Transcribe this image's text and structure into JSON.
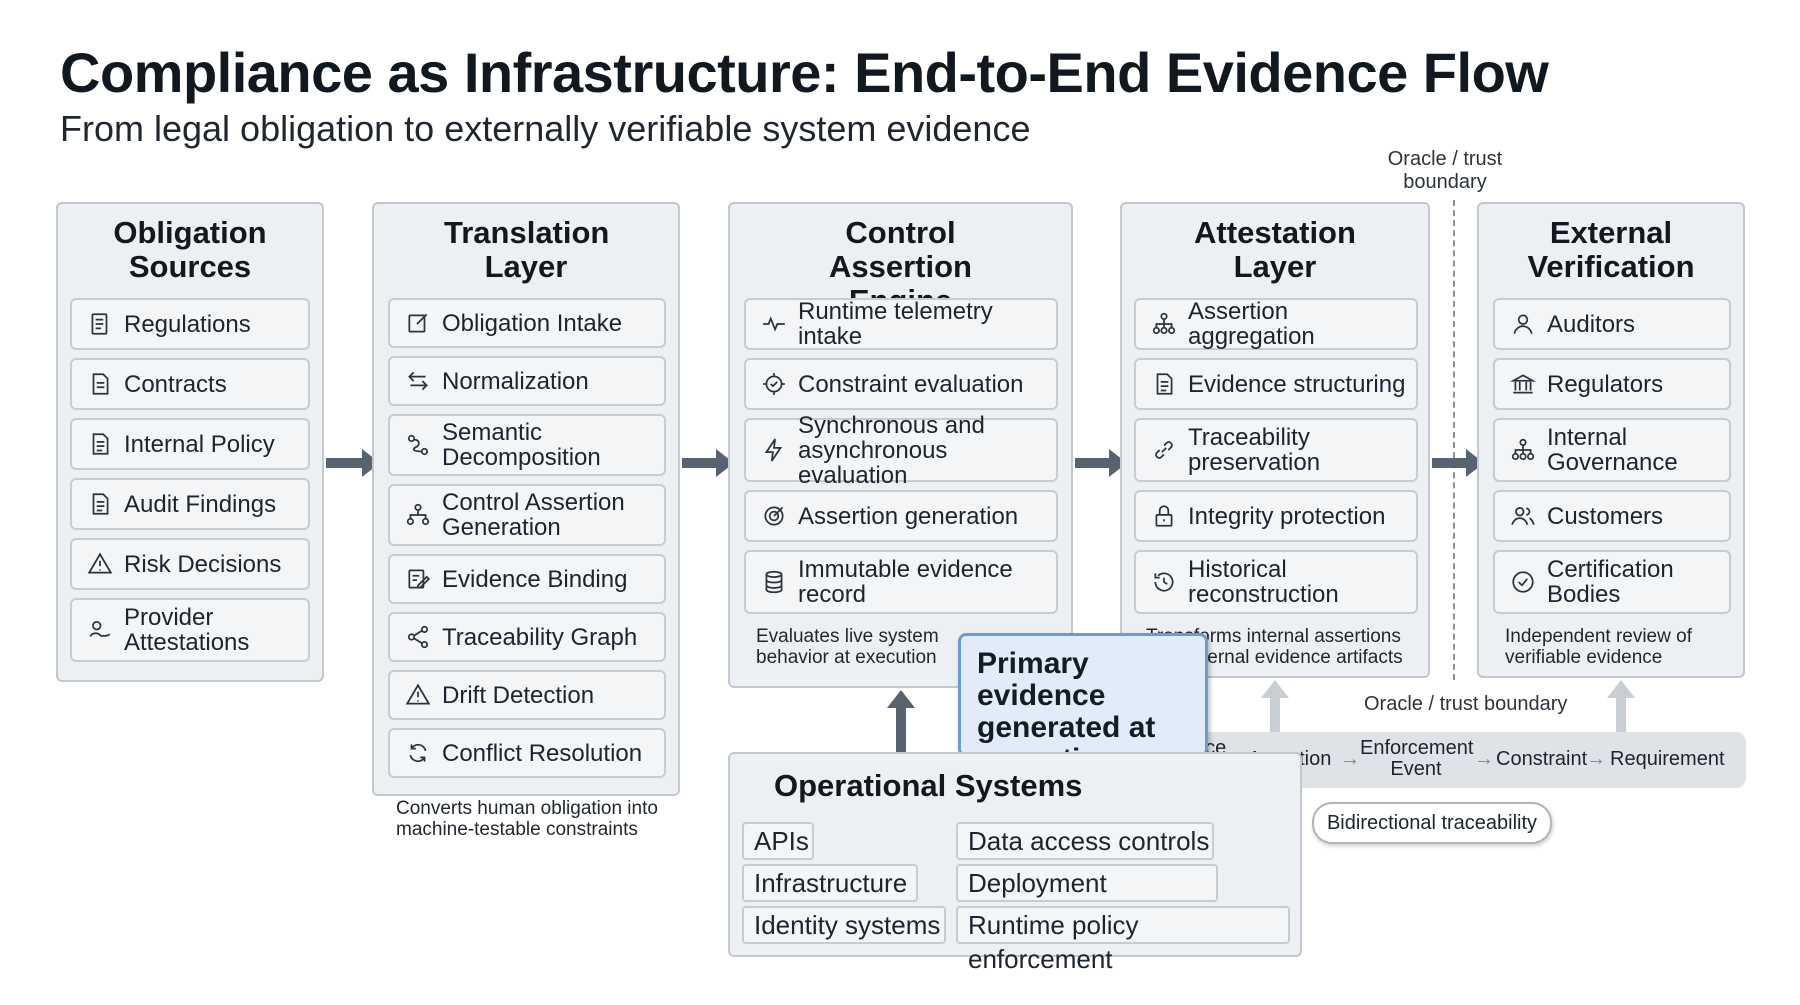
{
  "header": {
    "title": "Compliance as Infrastructure: End-to-End Evidence Flow",
    "subtitle": "From legal obligation to externally verifiable system evidence"
  },
  "oracle_top_label": "Oracle / trust boundary",
  "oracle_mid_label": "Oracle / trust boundary",
  "columns": {
    "obligation": {
      "title": "Obligation Sources",
      "items": [
        {
          "label": "Regulations",
          "icon": "regulation-doc-icon"
        },
        {
          "label": "Contracts",
          "icon": "contract-doc-icon"
        },
        {
          "label": "Internal Policy",
          "icon": "policy-doc-icon"
        },
        {
          "label": "Audit Findings",
          "icon": "audit-doc-icon"
        },
        {
          "label": "Risk Decisions",
          "icon": "warning-icon"
        },
        {
          "label": "Provider Attestations",
          "icon": "signature-icon"
        }
      ]
    },
    "translation": {
      "title": "Translation Layer",
      "items": [
        {
          "label": "Obligation Intake",
          "icon": "edit-box-icon"
        },
        {
          "label": "Normalization",
          "icon": "swap-arrows-icon"
        },
        {
          "label": "Semantic Decomposition",
          "icon": "route-icon"
        },
        {
          "label": "Control Assertion Generation",
          "icon": "hierarchy-icon"
        },
        {
          "label": "Evidence Binding",
          "icon": "form-edit-icon"
        },
        {
          "label": "Traceability Graph",
          "icon": "share-graph-icon"
        },
        {
          "label": "Drift Detection",
          "icon": "warning-icon"
        },
        {
          "label": "Conflict Resolution",
          "icon": "refresh-icon"
        }
      ],
      "note": "Converts human obligation into machine-testable constraints"
    },
    "control": {
      "title": "Control Assertion Engine",
      "items": [
        {
          "label": "Runtime telemetry intake",
          "icon": "pulse-icon"
        },
        {
          "label": "Constraint evaluation",
          "icon": "gear-check-icon"
        },
        {
          "label": "Synchronous and asynchronous evaluation",
          "icon": "lightning-icon"
        },
        {
          "label": "Assertion generation",
          "icon": "target-icon"
        },
        {
          "label": "Immutable evidence record",
          "icon": "database-icon"
        }
      ],
      "note": "Evaluates live system behavior at execution"
    },
    "attestation": {
      "title": "Attestation Layer",
      "items": [
        {
          "label": "Assertion aggregation",
          "icon": "hierarchy-icon"
        },
        {
          "label": "Evidence structuring",
          "icon": "document-icon"
        },
        {
          "label": "Traceability preservation",
          "icon": "link-icon"
        },
        {
          "label": "Integrity protection",
          "icon": "lock-icon"
        },
        {
          "label": "Historical reconstruction",
          "icon": "history-icon"
        }
      ],
      "note": "Transforms internal assertions into external evidence artifacts"
    },
    "external": {
      "title": "External Verification",
      "items": [
        {
          "label": "Auditors",
          "icon": "user-icon"
        },
        {
          "label": "Regulators",
          "icon": "bank-icon"
        },
        {
          "label": "Internal Governance",
          "icon": "org-chart-icon"
        },
        {
          "label": "Customers",
          "icon": "users-icon"
        },
        {
          "label": "Certification Bodies",
          "icon": "badge-check-icon"
        }
      ],
      "note": "Independent review of verifiable evidence"
    }
  },
  "callout": "Primary evidence generated at execution",
  "operational": {
    "title": "Operational Systems",
    "chips": [
      "APIs",
      "Data access controls",
      "Infrastructure",
      "Deployment pipelines",
      "Identity systems",
      "Runtime policy enforcement"
    ]
  },
  "chain": {
    "items": [
      "Evidence Artifact",
      "Assertion",
      "Enforcement Event",
      "Constraint",
      "Requirement"
    ],
    "arrow": "→"
  },
  "bidirectional_label": "Bidirectional traceability"
}
